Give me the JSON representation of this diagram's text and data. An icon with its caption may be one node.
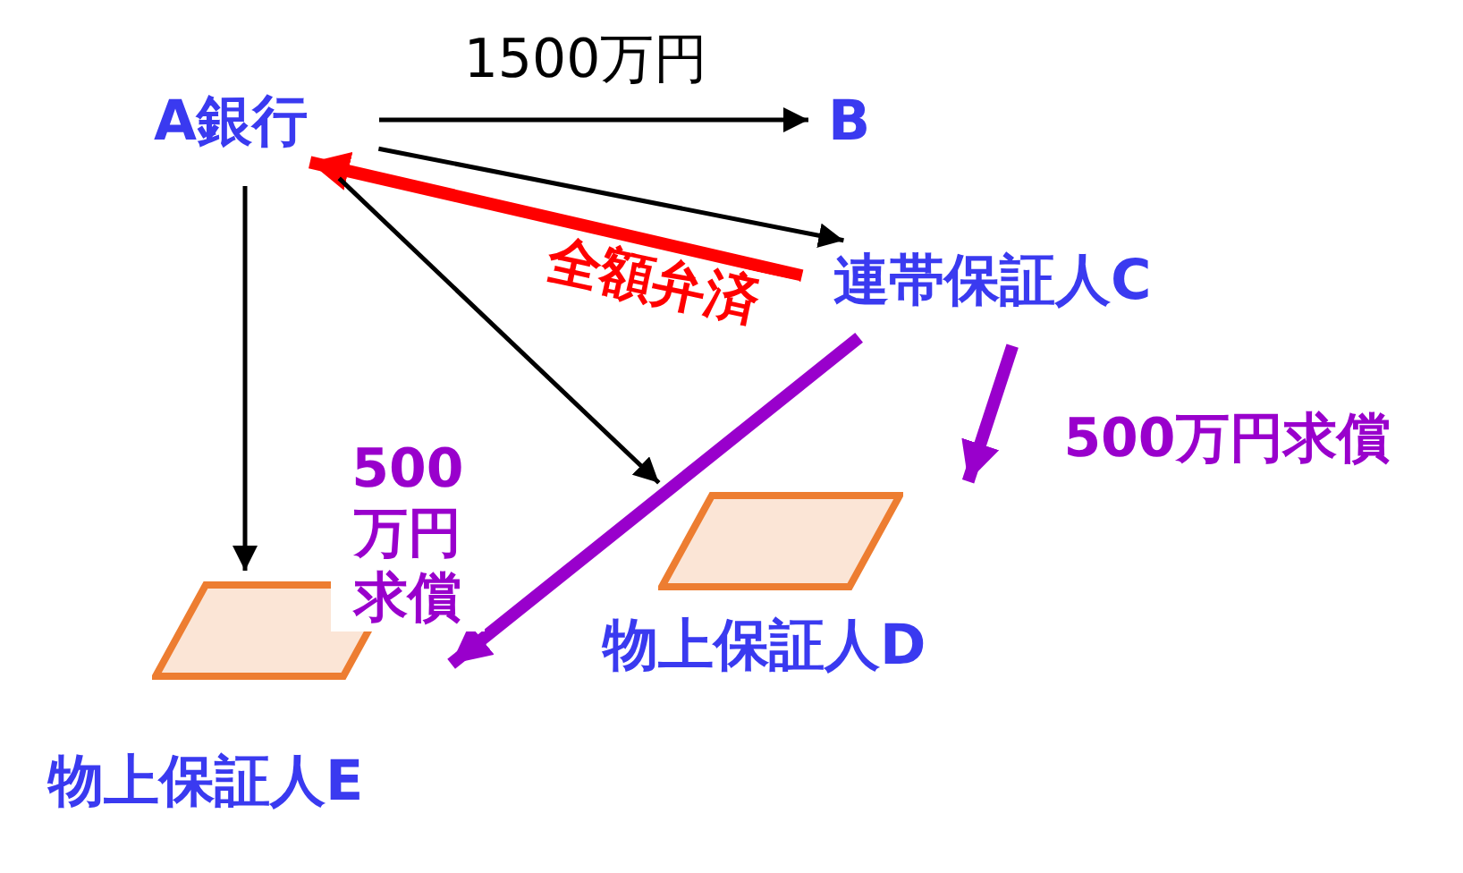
{
  "diagram": {
    "nodes": [
      {
        "text": [
          "A銀行"
        ]
      },
      {
        "text": [
          "B"
        ]
      },
      {
        "text": [
          "連帯保証人C"
        ]
      },
      {
        "text": [
          "物上保証人D"
        ]
      },
      {
        "text": [
          "物上保証人E"
        ]
      }
    ],
    "edges": [
      {
        "from": 0,
        "to": 1,
        "arrow": "to",
        "label": "1500万円"
      },
      {
        "from": 0,
        "to": 2,
        "arrow": "to"
      },
      {
        "from": 2,
        "to": 0,
        "arrow": "to",
        "label": "全額弁済",
        "style": "thick",
        "color": "#ff0000"
      },
      {
        "from": 0,
        "to": 3,
        "arrow": "to"
      },
      {
        "from": 0,
        "to": 4,
        "arrow": "to"
      },
      {
        "from": 2,
        "to": 3,
        "arrow": "to",
        "label": "500万円求償",
        "style": "thick",
        "color": "#9900cc"
      },
      {
        "from": 2,
        "to": 4,
        "arrow": "to",
        "label": "500万円求償",
        "style": "thick",
        "color": "#9900cc"
      }
    ]
  }
}
